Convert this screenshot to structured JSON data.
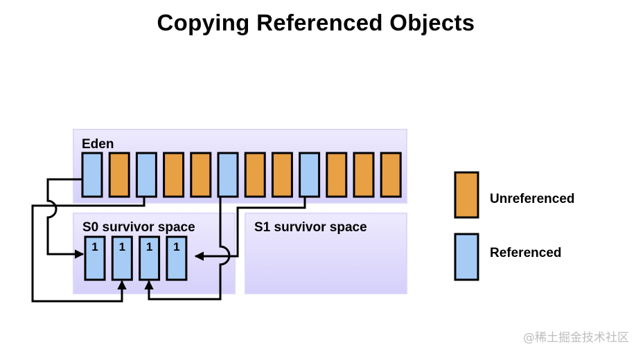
{
  "title": "Copying Referenced Objects",
  "colors": {
    "unreferenced": "#e8a044",
    "referenced": "#a6cbf5",
    "region_fill_top": "#eeeafd",
    "region_fill_bottom": "#d5d0fa",
    "region_border": "#dcd8f7",
    "line": "#000000"
  },
  "eden": {
    "label": "Eden",
    "blocks": [
      "referenced",
      "unreferenced",
      "referenced",
      "unreferenced",
      "unreferenced",
      "referenced",
      "unreferenced",
      "unreferenced",
      "referenced",
      "unreferenced",
      "unreferenced",
      "unreferenced"
    ]
  },
  "s0": {
    "label": "S0 survivor space",
    "blocks": [
      {
        "state": "referenced",
        "age": "1"
      },
      {
        "state": "referenced",
        "age": "1"
      },
      {
        "state": "referenced",
        "age": "1"
      },
      {
        "state": "referenced",
        "age": "1"
      }
    ]
  },
  "s1": {
    "label": "S1 survivor space",
    "blocks": []
  },
  "copy_arrows": [
    {
      "from_eden_block": 1,
      "to_s0_block": 1
    },
    {
      "from_eden_block": 3,
      "to_s0_block": 2
    },
    {
      "from_eden_block": 6,
      "to_s0_block": 3
    },
    {
      "from_eden_block": 9,
      "to_s0_block": 4
    }
  ],
  "legend": [
    {
      "state": "unreferenced",
      "label": "Unreferenced"
    },
    {
      "state": "referenced",
      "label": "Referenced"
    }
  ],
  "watermark": "@稀土掘金技术社区"
}
